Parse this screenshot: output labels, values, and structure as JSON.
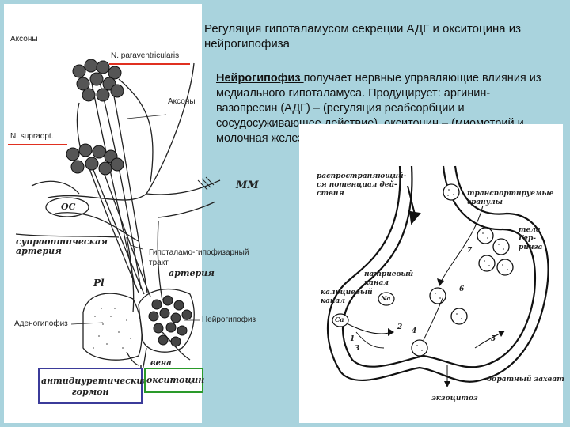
{
  "title": "Регуляция гипоталамусом секреции АДГ и окситоцина из нейрогипофиза",
  "description": {
    "term": "Нейрогипофиз ",
    "text": "получает нервные управляющие влияния из медиального гипоталамуса. Продуцирует: аргинин-вазопресин (АДГ) – (регуляция реабсорбции и сосудосуживающее действие),  окситоцин – (миометрий и молочная железа)."
  },
  "left_diagram": {
    "axons_top": "Аксоны",
    "n_paraventricularis": "N. paraventricularis",
    "axons_mid": "Аксоны",
    "n_supraopt": "N. supraopt.",
    "mm": "MM",
    "oc": "OC",
    "supraoptic_artery": "супраоптическая артерия",
    "tract": "Гипоталамо-гипофизарный тракт",
    "artery": "артерия",
    "pl": "Pl",
    "adenohypophysis": "Аденогипофиз",
    "neurohypophysis": "Нейрогипофиз",
    "vein": "вена",
    "adh_box": "антидиуретический гормон",
    "oxytocin_box": "окситоцин"
  },
  "right_diagram": {
    "action_potential": "распространяющий-ся потенциал дей-ствия",
    "granules": "транспортируемые гранулы",
    "herring": "тела Гер-ринга",
    "na_channel": "натриевый канал",
    "ca_channel": "кальциевый канал",
    "na_symbol": "Na",
    "ca_symbol": "Ca",
    "capture": "обратный захват",
    "exocytosis": "экзоцитоз",
    "numbers": [
      "1",
      "2",
      "3",
      "4",
      "5",
      "6",
      "7"
    ]
  },
  "colors": {
    "background": "#a9d3dd",
    "underline": "#e03020",
    "adh_border": "#3b3b9a",
    "oxytocin_border": "#2a9a2a"
  }
}
